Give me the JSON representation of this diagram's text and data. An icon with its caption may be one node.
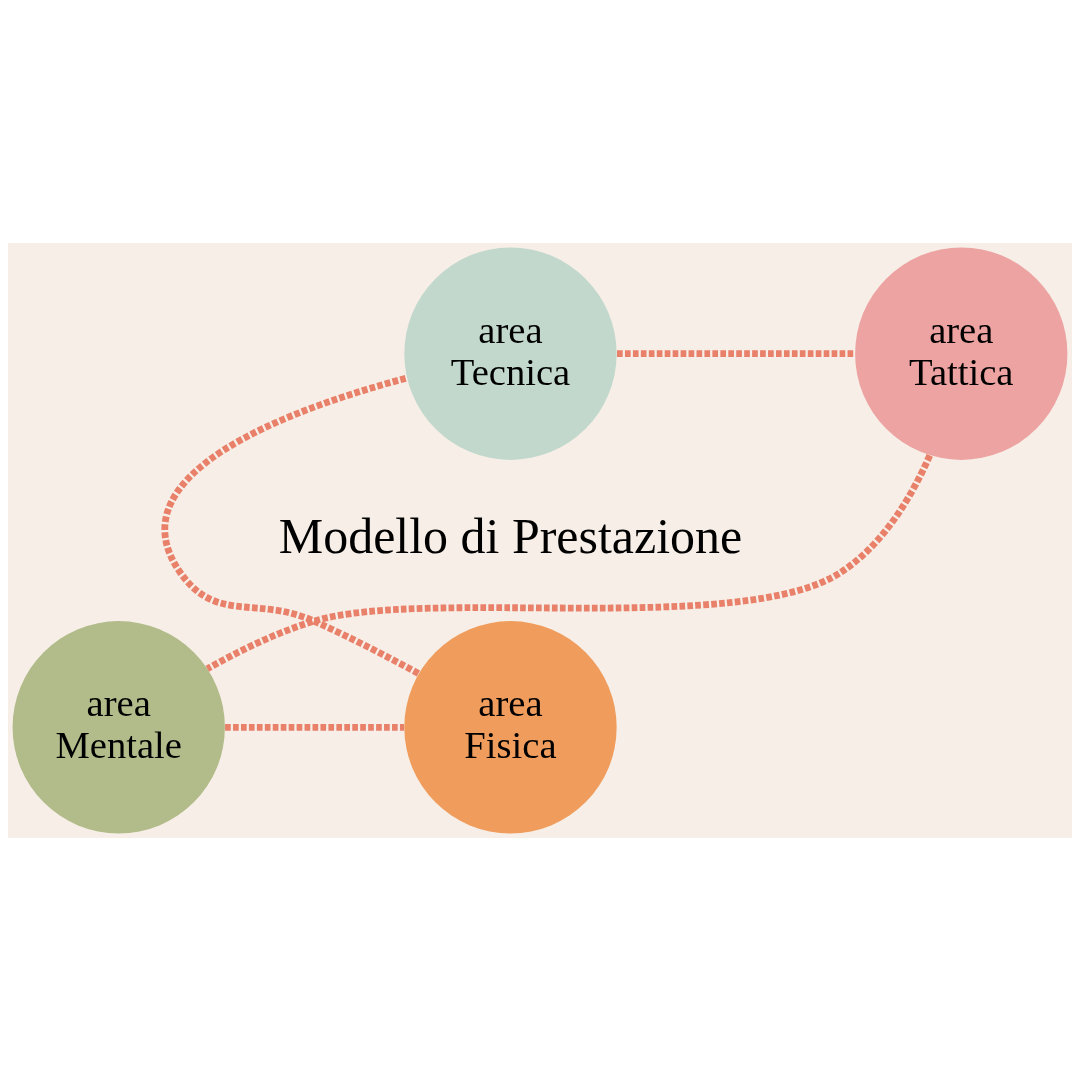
{
  "diagram": {
    "nodes": [
      {
        "text": [
          "area Tecnica"
        ]
      },
      {
        "text": [
          "area Tattica"
        ]
      },
      {
        "text": [
          "area Fisica"
        ]
      },
      {
        "text": [
          "area Mentale"
        ]
      }
    ],
    "edges": [
      {
        "from": 0,
        "to": 1,
        "arrow": "none",
        "style": "dashed"
      },
      {
        "from": 1,
        "to": 3,
        "arrow": "none",
        "style": "dashed"
      },
      {
        "from": 3,
        "to": 2,
        "arrow": "none",
        "style": "dashed"
      },
      {
        "from": 2,
        "to": 0,
        "arrow": "none",
        "style": "dashed"
      }
    ],
    "labels": [
      "Modello di Prestazione"
    ]
  }
}
